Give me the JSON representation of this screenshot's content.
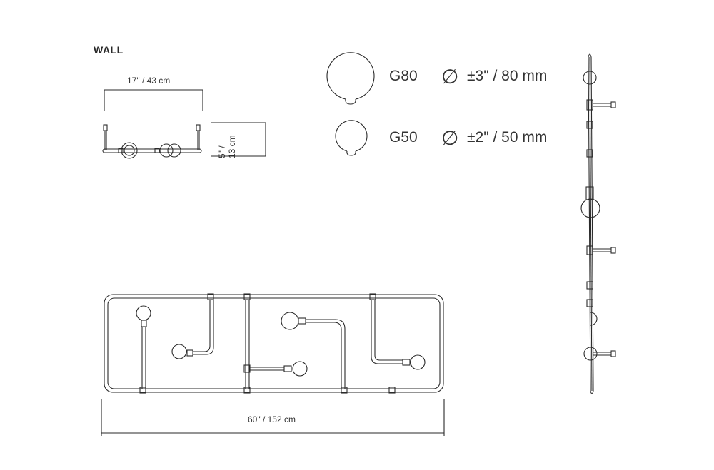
{
  "diagram": {
    "title": "WALL",
    "front_view": {
      "width_label": "17\" / 43 cm",
      "height_label_line1": "5\" /",
      "height_label_line2": "13 cm"
    },
    "full_view": {
      "width_label": "60\" / 152 cm"
    },
    "bulbs": [
      {
        "name": "G80",
        "diameter_symbol": "∅",
        "size": "±3\" / 80 mm"
      },
      {
        "name": "G50",
        "diameter_symbol": "∅",
        "size": "±2\" / 50 mm"
      }
    ],
    "line_color": "#2a2a2a"
  }
}
